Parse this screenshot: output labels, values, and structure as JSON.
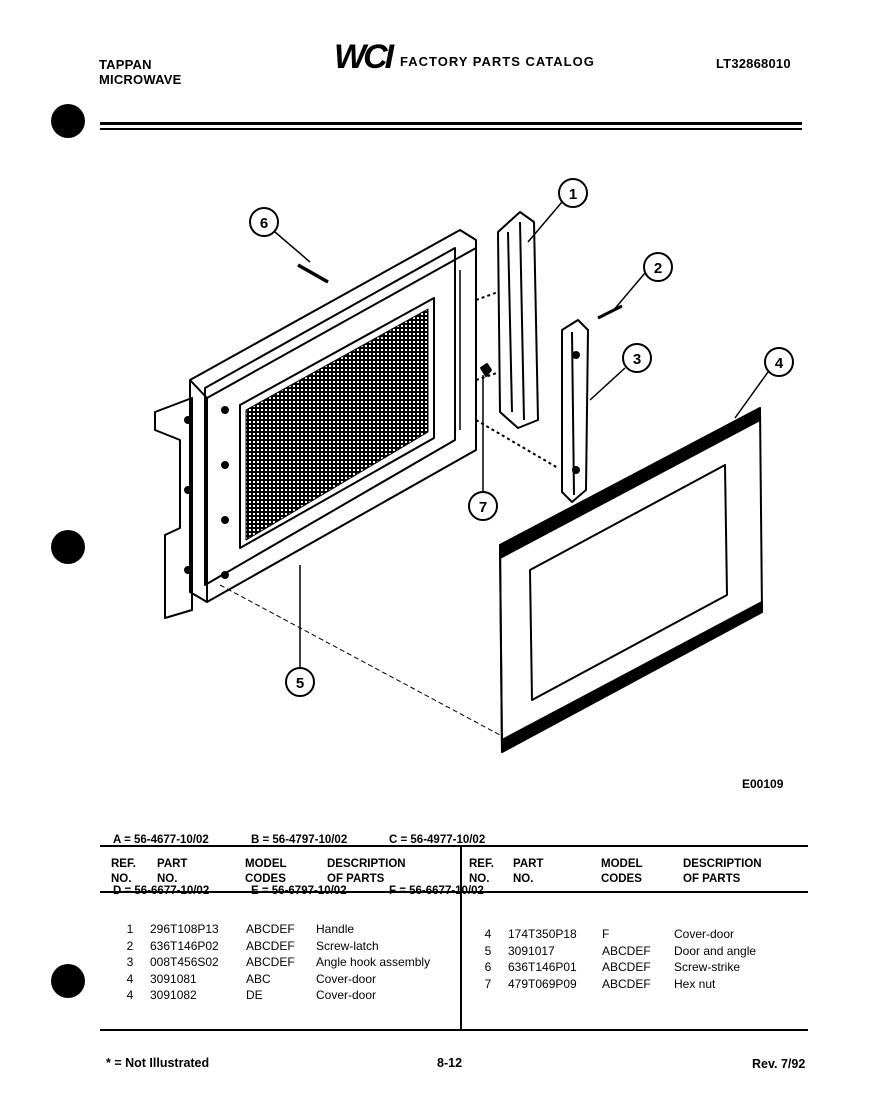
{
  "header": {
    "brand_line1": "TAPPAN",
    "brand_line2": "MICROWAVE",
    "logo_text": "WCI",
    "catalog_title": "FACTORY PARTS CATALOG",
    "model_number": "LT32868010"
  },
  "diagram": {
    "callouts": [
      "1",
      "2",
      "3",
      "4",
      "5",
      "6",
      "7"
    ],
    "drawing_code": "E00109"
  },
  "model_legend": [
    [
      "A = 56-4677-10/02",
      "B = 56-4797-10/02",
      "C = 56-4977-10/02"
    ],
    [
      "D = 56-6677-10/02",
      "E = 56-6797-10/02",
      "F = 56-6677-10/02"
    ]
  ],
  "table": {
    "headers": {
      "ref_no": [
        "REF.",
        "NO."
      ],
      "part_no": [
        "PART",
        "NO."
      ],
      "model_codes": [
        "MODEL",
        "CODES"
      ],
      "description": [
        "DESCRIPTION",
        "OF PARTS"
      ]
    },
    "left_rows": [
      {
        "ref": "1",
        "part": "296T108P13",
        "codes": "ABCDEF",
        "desc": "Handle"
      },
      {
        "ref": "2",
        "part": "636T146P02",
        "codes": "ABCDEF",
        "desc": "Screw-latch"
      },
      {
        "ref": "3",
        "part": "008T456S02",
        "codes": "ABCDEF",
        "desc": "Angle hook assembly"
      },
      {
        "ref": "4",
        "part": "3091081",
        "codes": "ABC",
        "desc": "Cover-door"
      },
      {
        "ref": "4",
        "part": "3091082",
        "codes": "DE",
        "desc": "Cover-door"
      }
    ],
    "right_rows": [
      {
        "ref": "4",
        "part": "174T350P18",
        "codes": "F",
        "desc": "Cover-door"
      },
      {
        "ref": "5",
        "part": "3091017",
        "codes": "ABCDEF",
        "desc": "Door and angle"
      },
      {
        "ref": "6",
        "part": "636T146P01",
        "codes": "ABCDEF",
        "desc": "Screw-strike"
      },
      {
        "ref": "7",
        "part": "479T069P09",
        "codes": "ABCDEF",
        "desc": "Hex nut"
      }
    ]
  },
  "footer": {
    "note": "* = Not Illustrated",
    "page": "8-12",
    "revision": "Rev. 7/92"
  }
}
